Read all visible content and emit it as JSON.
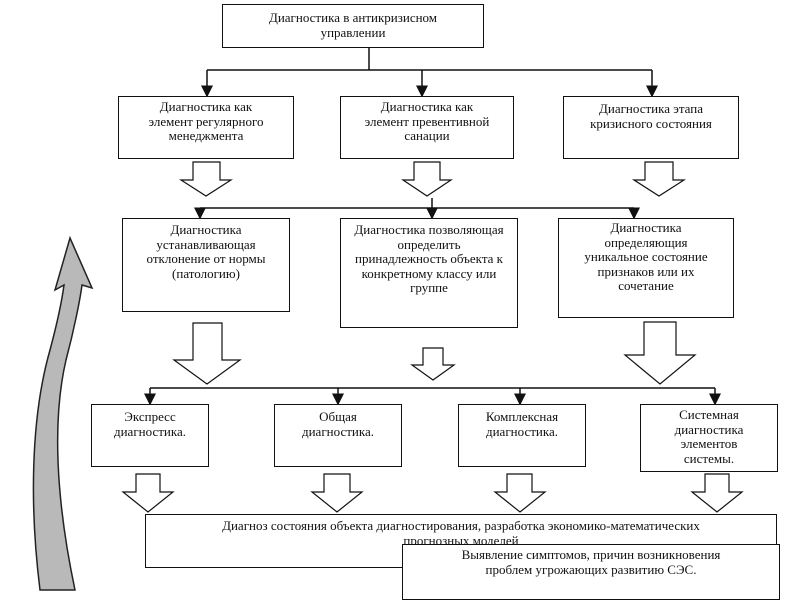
{
  "root": "Диагностика в антикризисном управлении",
  "level1": [
    "Диагностика как элемент регулярного менеджмента",
    "Диагностика как элемент превентивной санации",
    "Диагностика этапа кризисного состояния"
  ],
  "level2": [
    "Диагностика устанавливающая отклонение от нормы (патологию)",
    "Диагностика позволяющая определить принадлежность объекта к конкретному классу или группе",
    "Диагностика определяющия уникальное состояние признаков или их сочетание"
  ],
  "level3": [
    "Экспресс диагностика.",
    "Общая диагностика.",
    "Комплексная диагностика.",
    "Системная диагностика элементов системы."
  ],
  "result": "Диагноз состояния объекта диагностирования, разработка экономико-математических прогнозных моделей",
  "final": "Выявление симптомов, причин возникновения проблем угрожающих развитию СЭС."
}
